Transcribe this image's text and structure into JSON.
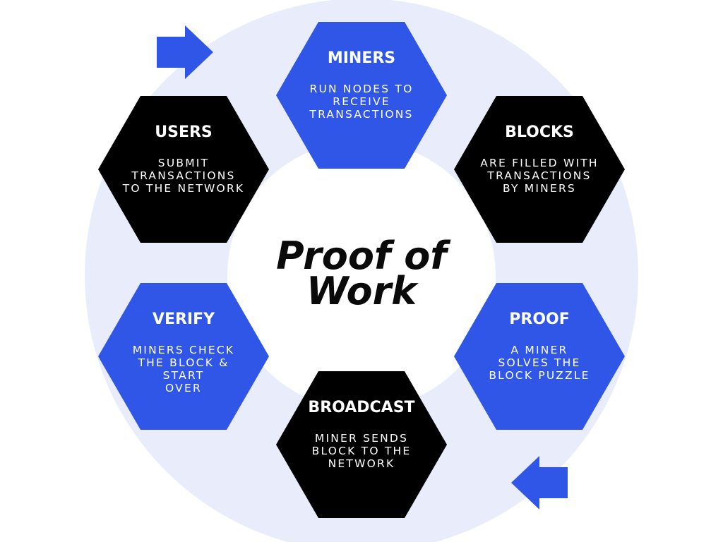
{
  "title": [
    "Proof of",
    "Work"
  ],
  "colors": {
    "blue": "#3056e8",
    "black": "#000000",
    "ring": "#e9edfb",
    "text_light": "#ffffff",
    "text_dark": "#0a0a0a"
  },
  "nodes": [
    {
      "id": "miners",
      "title": "MINERS",
      "lines": [
        "RUN NODES TO",
        "RECEIVE",
        "TRANSACTIONS"
      ],
      "color": "blue"
    },
    {
      "id": "blocks",
      "title": "BLOCKS",
      "lines": [
        "ARE FILLED WITH",
        "TRANSACTIONS",
        "BY MINERS"
      ],
      "color": "black"
    },
    {
      "id": "proof",
      "title": "PROOF",
      "lines": [
        "A MINER",
        "SOLVES THE",
        "BLOCK PUZZLE"
      ],
      "color": "blue"
    },
    {
      "id": "broadcast",
      "title": "BROADCAST",
      "lines": [
        "MINER SENDS",
        "BLOCK TO THE",
        "NETWORK"
      ],
      "color": "black"
    },
    {
      "id": "verify",
      "title": "VERIFY",
      "lines": [
        "MINERS CHECK",
        "THE BLOCK &",
        "START",
        "OVER"
      ],
      "color": "blue"
    },
    {
      "id": "users",
      "title": "USERS",
      "lines": [
        "SUBMIT",
        "TRANSACTIONS",
        "TO THE NETWORK"
      ],
      "color": "black"
    }
  ],
  "arrows": [
    {
      "id": "top-left",
      "direction": "right",
      "color": "blue",
      "icon": "arrow-right-icon"
    },
    {
      "id": "bottom-right",
      "direction": "left",
      "color": "blue",
      "icon": "arrow-left-icon"
    }
  ]
}
